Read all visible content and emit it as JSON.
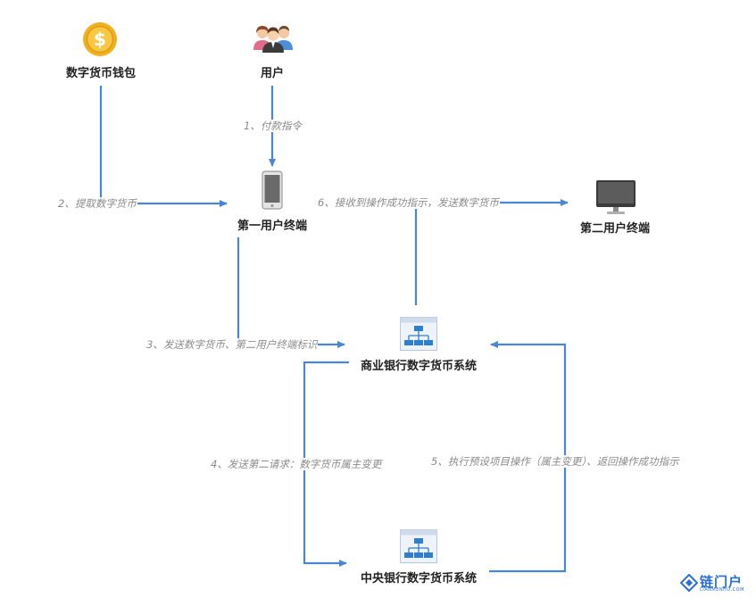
{
  "nodes": {
    "wallet": "数字货币钱包",
    "user": "用户",
    "terminal1": "第一用户终端",
    "terminal2": "第二用户终端",
    "commercial_bank": "商业银行数字货币系统",
    "central_bank": "中央银行数字货币系统"
  },
  "edges": {
    "step1": "1、付款指令",
    "step2": "2、提取数字货币",
    "step3": "3、发送数字货币、第二用户终端标识",
    "step4": "4、发送第二请求：数字货币属主变更",
    "step5": "5、执行预设项目操作（属主变更）、返回操作成功指示",
    "step6": "6、接收到操作成功指示，发送数字货币"
  },
  "watermark": {
    "brand": "链门户",
    "sub": "LIANMENHU.COM"
  },
  "colors": {
    "arrow": "#4a86d8",
    "coin": "#f2b01e",
    "system_icon": "#2f7fd1"
  },
  "icons": {
    "wallet": "dollar-coin-icon",
    "user": "users-group-icon",
    "terminal1": "smartphone-icon",
    "terminal2": "desktop-monitor-icon",
    "commercial_bank": "hierarchy-system-icon",
    "central_bank": "hierarchy-system-icon"
  }
}
